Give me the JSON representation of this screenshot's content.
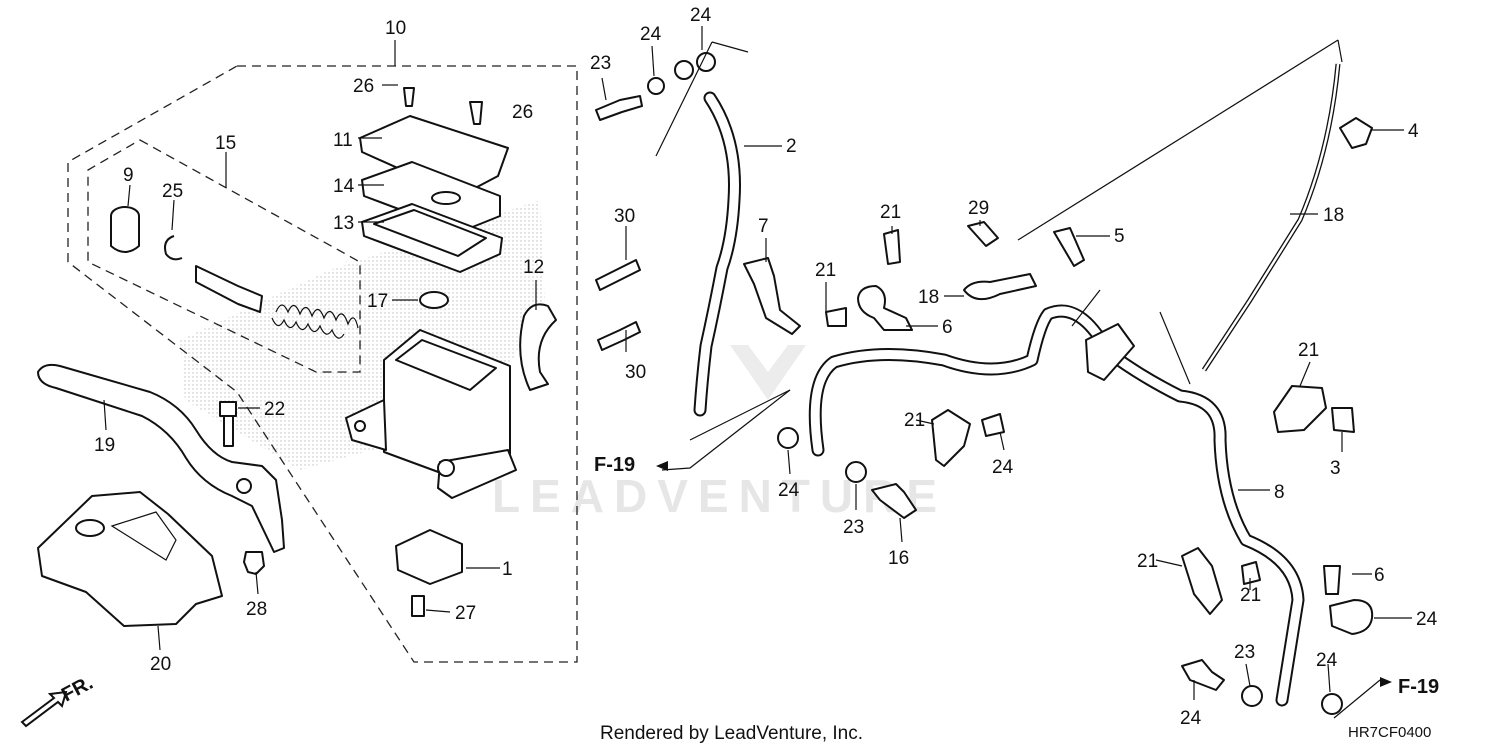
{
  "diagram": {
    "callouts": [
      "10",
      "26",
      "26",
      "11",
      "14",
      "13",
      "15",
      "9",
      "25",
      "17",
      "12",
      "30",
      "30",
      "22",
      "19",
      "20",
      "28",
      "1",
      "27",
      "23",
      "24",
      "24",
      "2",
      "7",
      "21",
      "6",
      "18",
      "21",
      "29",
      "5",
      "21",
      "24",
      "24",
      "23",
      "16",
      "4",
      "18",
      "21",
      "3",
      "8",
      "21",
      "21",
      "6",
      "24",
      "23",
      "24"
    ],
    "refs": [
      "F-19",
      "F-19"
    ],
    "direction": "FR.",
    "watermark": "LEADVENTURE",
    "footer": "Rendered by LeadVenture, Inc.",
    "code": "HR7CF0400"
  }
}
